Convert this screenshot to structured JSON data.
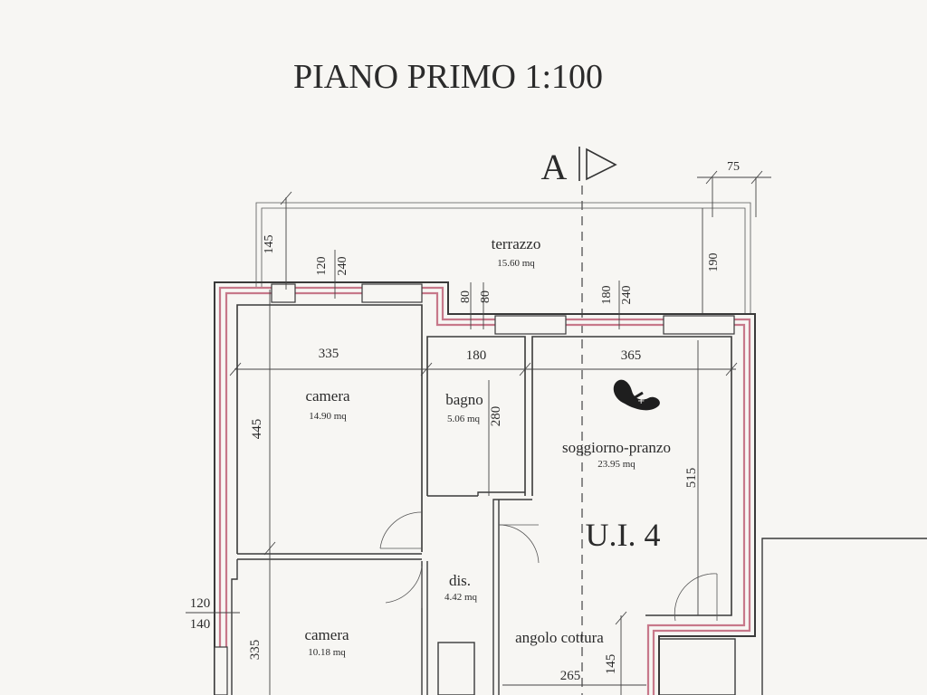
{
  "title": "PIANO  PRIMO  1:100",
  "section_marker": "A",
  "unit_label": "U.I.  4",
  "rooms": {
    "terrazzo": {
      "name": "terrazzo",
      "area": "15.60 mq"
    },
    "camera1": {
      "name": "camera",
      "area": "14.90 mq"
    },
    "bagno": {
      "name": "bagno",
      "area": "5.06 mq"
    },
    "soggiorno": {
      "name": "soggiorno-pranzo",
      "area": "23.95 mq"
    },
    "dis": {
      "name": "dis.",
      "area": "4.42 mq"
    },
    "camera2": {
      "name": "camera",
      "area": "10.18 mq"
    },
    "angolo": {
      "name": "angolo cottura"
    }
  },
  "dimensions": {
    "d75": "75",
    "d145_terr": "145",
    "d190": "190",
    "d120_top": "120",
    "d240_top": "240",
    "d80a": "80",
    "d80b": "80",
    "d180_top": "180",
    "d240_top2": "240",
    "d335": "335",
    "d180": "180",
    "d365": "365",
    "d445": "445",
    "d280": "280",
    "d515": "515",
    "d120_left": "120",
    "d140_left": "140",
    "d335_left": "335",
    "d145_kit": "145",
    "d265": "265"
  },
  "colors": {
    "outline_accent": "#c7788a",
    "walls": "#3a3a3a"
  }
}
